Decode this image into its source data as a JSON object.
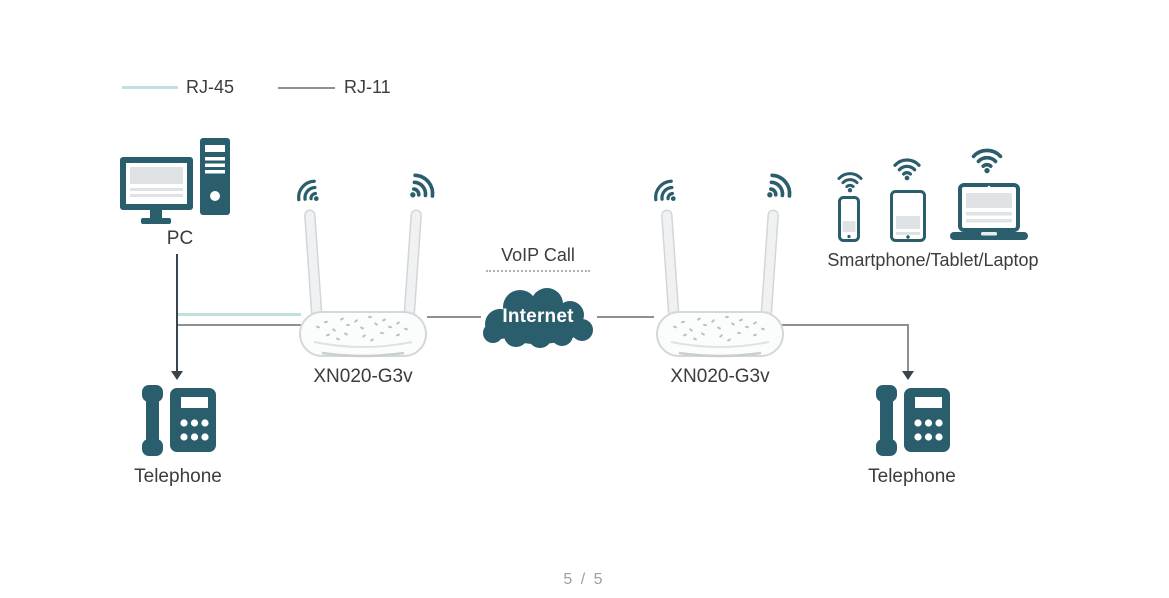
{
  "colors": {
    "icon_teal": "#2A5E6C",
    "rj45_line": "#BEE0E1",
    "rj11_line": "#8B9094",
    "pc_drop_line": "#3A444C",
    "label_text": "#3C3C3C",
    "pager_text": "#9CA1A5",
    "cloud_fill": "#2A5E6C",
    "cloud_text": "#FFFFFF",
    "router_body": "#FBFCFC",
    "router_outline": "#D4D8DA",
    "screen_fill": "#DFE3E5"
  },
  "legend": {
    "rj45_label": "RJ-45",
    "rj11_label": "RJ-11"
  },
  "nodes": {
    "pc_label": "PC",
    "router_left_label": "XN020-G3v",
    "router_right_label": "XN020-G3v",
    "voip_label": "VoIP Call",
    "internet_label": "Internet",
    "devices_label": "Smartphone/Tablet/Laptop",
    "telephone_left_label": "Telephone",
    "telephone_right_label": "Telephone"
  },
  "pager": {
    "label": "5 / 5"
  }
}
